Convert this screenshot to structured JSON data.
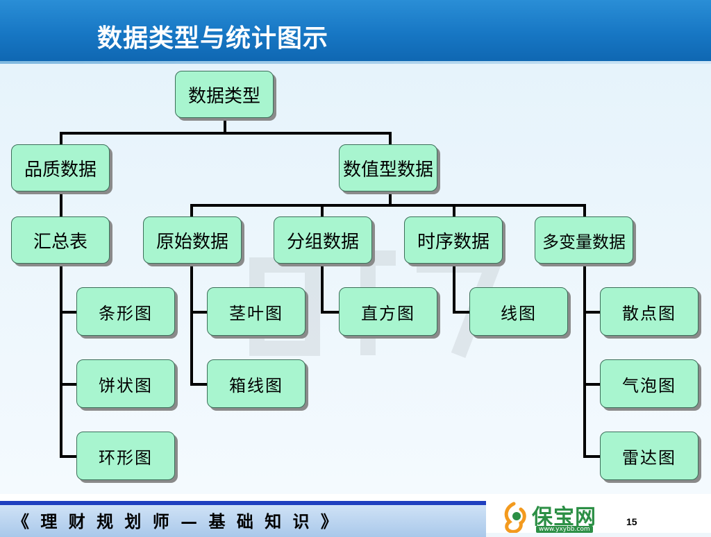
{
  "slide": {
    "title": "数据类型与统计图示"
  },
  "diagram": {
    "root": "数据类型",
    "qualitative": "品质数据",
    "quantitative": "数值型数据",
    "summary_table": "汇总表",
    "raw_data": "原始数据",
    "grouped_data": "分组数据",
    "time_series": "时序数据",
    "multivariate": "多变量数据",
    "bar_chart": "条形图",
    "pie_chart": "饼状图",
    "ring_chart": "环形图",
    "stem_leaf": "茎叶图",
    "box_plot": "箱线图",
    "histogram": "直方图",
    "line_chart": "线图",
    "scatter_plot": "散点图",
    "bubble_chart": "气泡图",
    "radar_chart": "雷达图"
  },
  "footer": {
    "course": "《 理 财 规 划 师 — 基 础 知 识 》",
    "logo_name": "保宝网",
    "logo_url": "www.yxybb.com",
    "page_number": "15"
  },
  "colors": {
    "header": "#1777c4",
    "node_fill": "#a8f5cf",
    "footer_accent": "#1f3fbf",
    "logo_green": "#2c8f45"
  },
  "icons": [
    "logo-mark-icon"
  ]
}
